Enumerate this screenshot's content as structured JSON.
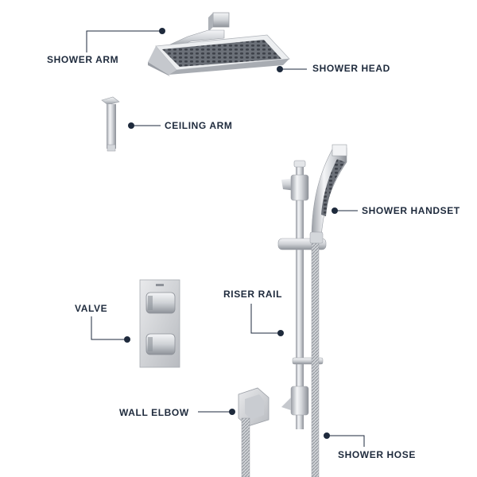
{
  "labels": {
    "shower_arm": "SHOWER ARM",
    "shower_head": "SHOWER HEAD",
    "ceiling_arm": "CEILING ARM",
    "shower_handset": "SHOWER HANDSET",
    "riser_rail": "RISER RAIL",
    "valve": "VALVE",
    "wall_elbow": "WALL ELBOW",
    "shower_hose": "SHOWER HOSE"
  },
  "colors": {
    "callout": "#1e2a3c",
    "chrome_light": "#f2f3f5",
    "chrome_mid": "#c9ccd1",
    "chrome_dark": "#8e9299",
    "nozzle_grid": "#555a62"
  }
}
